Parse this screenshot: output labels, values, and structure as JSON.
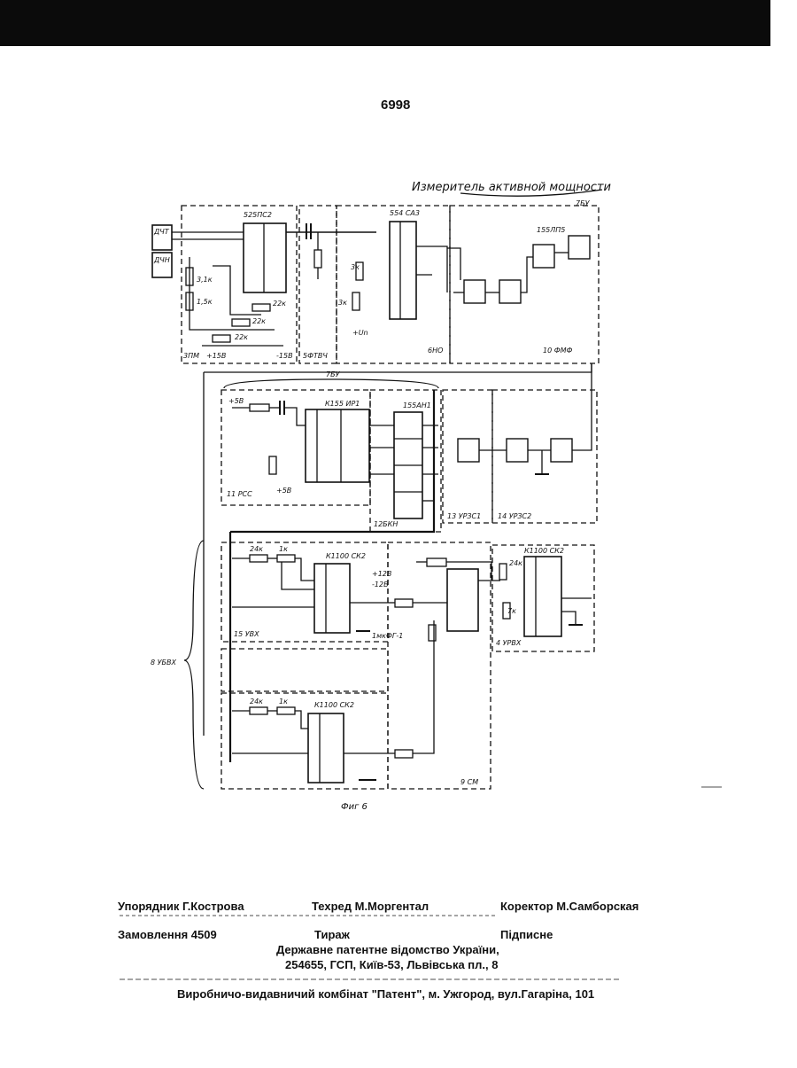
{
  "page_number": "6998",
  "figure": {
    "title": "Измеритель активной мощности",
    "caption": "Фиг 6",
    "blocks": {
      "b3pm": "3ПМ",
      "b5ftvch": "5ФТВЧ",
      "b6no": "6НО",
      "b10fmf": "10 ФМФ",
      "b7bu_top": "7БУ",
      "b7bu_mid": "7БУ",
      "b11rss": "11 РСС",
      "b12bkn": "12БКН",
      "b13urzs1": "13 УРЗС1",
      "b14urzs2": "14 УРЗС2",
      "b15uvh": "15 УВХ",
      "b4urvh": "4 УРВХ",
      "b9sm": "9 СМ",
      "b8ubvh": "8 УБВХ"
    },
    "chips": {
      "c525ps2": "525ПС2",
      "c554sa3": "554 СА3",
      "c155lp5": "155ЛП5",
      "ck155ir1": "К155 ИР1",
      "c155an1": "155АН1",
      "ck1100sk2_a": "К1100 СК2",
      "ck1100sk2_b": "К1100 СК2",
      "ck1100sk2_c": "К1100 СК2",
      "dch": "ДЧТ",
      "dchi": "ДЧН"
    },
    "values": {
      "r31k": "3,1к",
      "r15k": "1,5к",
      "r22k_1": "22к",
      "r22k_2": "22к",
      "r22k_3": "22к",
      "p15v": "+15В",
      "m15v": "-15В",
      "r3k_1": "3к",
      "r3k_2": "3к",
      "un": "+Un",
      "p5v_1": "+5В",
      "p5v_2": "+5В",
      "r24k_1": "24к",
      "r1k_1": "1к",
      "r24k_2": "24к",
      "r1k_2": "1к",
      "r24k_3": "24к",
      "r7k": "7к",
      "p12v": "+12В",
      "m12v": "-12В",
      "c1mk": "1мк",
      "fg1": "ФГ-1"
    }
  },
  "footer": {
    "compiler": "Упорядник Г.Кострова",
    "techred": "Техред М.Моргентал",
    "corrector": "Коректор М.Самборская",
    "order": "Замовлення 4509",
    "circulation": "Тираж",
    "subscription": "Підписне",
    "agency": "Державне патентне відомство України,",
    "address": "254655, ГСП, Київ-53, Львівська пл., 8",
    "publisher": "Виробничо-видавничий комбінат \"Патент\", м. Ужгород, вул.Гагаріна, 101"
  }
}
